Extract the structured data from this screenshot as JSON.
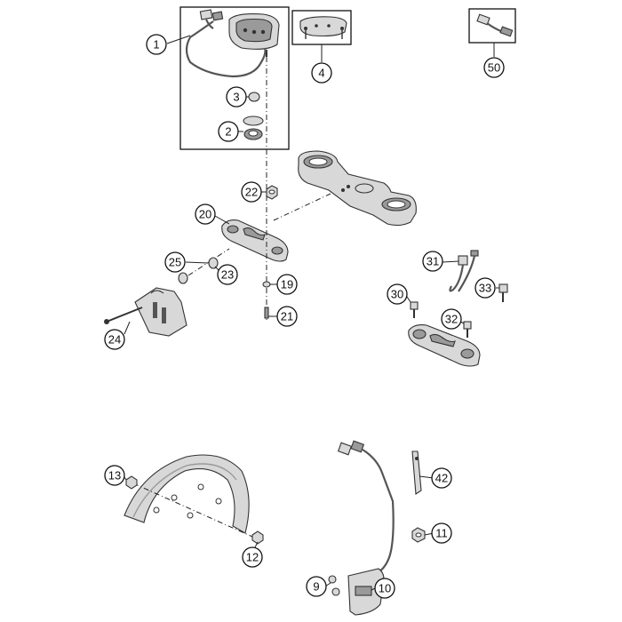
{
  "diagram": {
    "callouts": [
      {
        "id": "c1",
        "label": "1"
      },
      {
        "id": "c2",
        "label": "2"
      },
      {
        "id": "c3",
        "label": "3"
      },
      {
        "id": "c4",
        "label": "4"
      },
      {
        "id": "c50",
        "label": "50"
      },
      {
        "id": "c22",
        "label": "22"
      },
      {
        "id": "c20",
        "label": "20"
      },
      {
        "id": "c25",
        "label": "25"
      },
      {
        "id": "c23",
        "label": "23"
      },
      {
        "id": "c19",
        "label": "19"
      },
      {
        "id": "c21",
        "label": "21"
      },
      {
        "id": "c24",
        "label": "24"
      },
      {
        "id": "c31",
        "label": "31"
      },
      {
        "id": "c33",
        "label": "33"
      },
      {
        "id": "c30",
        "label": "30"
      },
      {
        "id": "c32",
        "label": "32"
      },
      {
        "id": "c13",
        "label": "13"
      },
      {
        "id": "c12",
        "label": "12"
      },
      {
        "id": "c42",
        "label": "42"
      },
      {
        "id": "c11",
        "label": "11"
      },
      {
        "id": "c9",
        "label": "9"
      },
      {
        "id": "c10",
        "label": "10"
      }
    ]
  }
}
